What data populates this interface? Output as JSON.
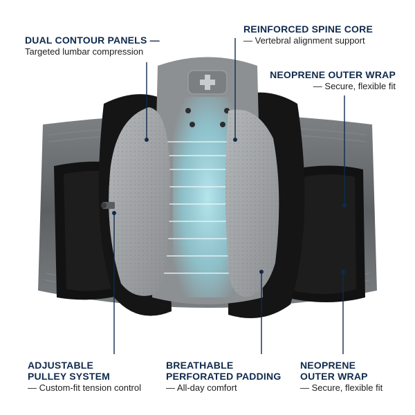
{
  "callouts": {
    "dual_contour": {
      "head": "DUAL CONTOUR PANELS —",
      "sub": "Targeted lumbar compression"
    },
    "spine_core": {
      "head": "REINFORCED SPINE CORE",
      "sub": "— Vertebral alignment support"
    },
    "neoprene_top": {
      "head": "NEOPRENE OUTER WRAP",
      "sub": "— Secure, flexible fit"
    },
    "pulley": {
      "head1": "ADJUSTABLE",
      "head2": "PULLEY SYSTEM",
      "sub": "— Custom-fit tension control"
    },
    "padding": {
      "head1": "BREATHABLE",
      "head2": "PERFORATED PADDING",
      "sub": "— All-day comfort"
    },
    "neoprene_bottom": {
      "head1": "NEOPRENE",
      "head2": "OUTER WRAP",
      "sub": "— Secure, flexible fit"
    }
  },
  "colors": {
    "label_navy": "#0f2a4d",
    "wrap_black": "#121212",
    "band_gray": "#6f7376",
    "panel_gray": "#9b9ea1",
    "spine_teal": "#8fd0dc"
  },
  "icons": {
    "logo": "cross-badge-icon"
  }
}
